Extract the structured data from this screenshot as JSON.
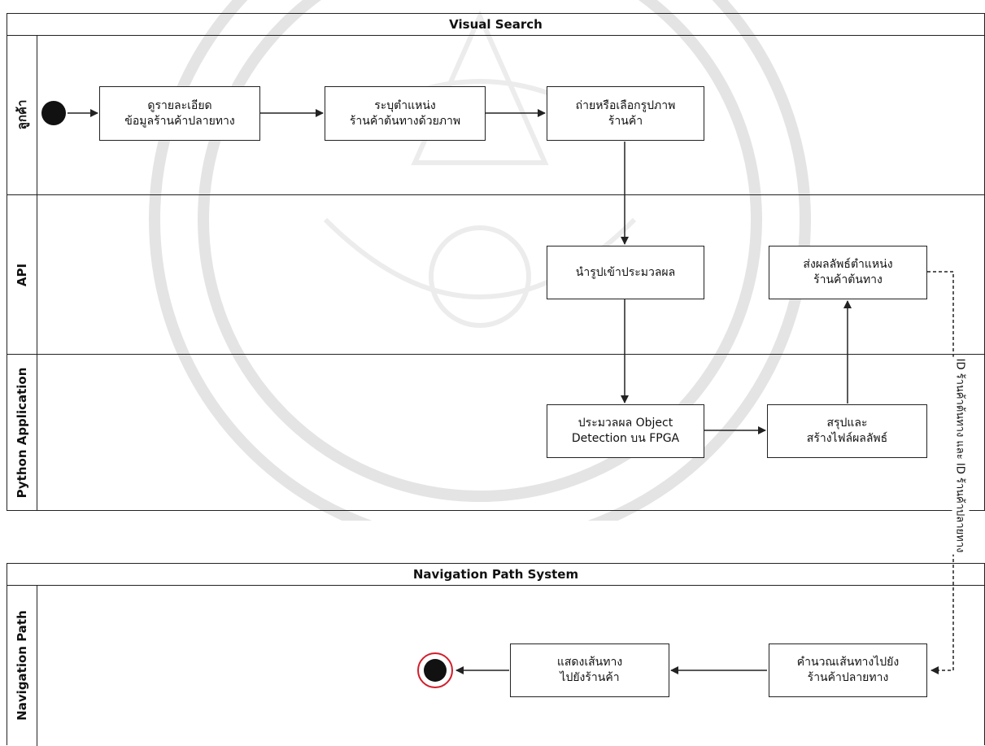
{
  "pools": {
    "visual_search": {
      "title": "Visual Search",
      "lanes": {
        "customer": "ลูกค้า",
        "api": "API",
        "python": "Python Application"
      }
    },
    "navigation": {
      "title": "Navigation Path System",
      "lanes": {
        "nav": "Navigation Path"
      }
    }
  },
  "nodes": {
    "view_details": [
      "ดูรายละเอียด",
      "ข้อมูลร้านค้าปลายทาง"
    ],
    "identify_location": [
      "ระบุตำแหน่ง",
      "ร้านค้าต้นทางด้วยภาพ"
    ],
    "take_photo": [
      "ถ่ายหรือเลือกรูปภาพ",
      "ร้านค้า"
    ],
    "send_to_process": [
      "นำรูปเข้าประมวลผล"
    ],
    "send_result": [
      "ส่งผลลัพธ์ตำแหน่ง",
      "ร้านค้าต้นทาง"
    ],
    "object_detection": [
      "ประมวลผล Object",
      "Detection บน FPGA"
    ],
    "summarize": [
      "สรุปและ",
      "สร้างไฟล์ผลลัพธ์"
    ],
    "calc_path": [
      "คำนวณเส้นทางไปยัง",
      "ร้านค้าปลายทาง"
    ],
    "show_path": [
      "แสดงเส้นทาง",
      "ไปยังร้านค้า"
    ]
  },
  "edge_label": "ID ร้านค้าต้นทาง และ ID ร้านค้าปลายทาง",
  "colors": {
    "line": "#222222",
    "end_ring": "#d21d2b",
    "watermark": "#e6e6e6"
  }
}
